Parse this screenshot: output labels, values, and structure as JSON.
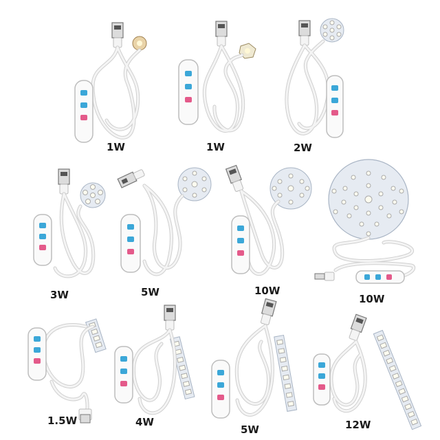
{
  "products": [
    {
      "id": "p1",
      "label": "1W",
      "light": "chip"
    },
    {
      "id": "p2",
      "label": "1W",
      "light": "chip"
    },
    {
      "id": "p3",
      "label": "2W",
      "light": "disc-small"
    },
    {
      "id": "p4",
      "label": "3W",
      "light": "disc-small"
    },
    {
      "id": "p5",
      "label": "5W",
      "light": "disc-medium"
    },
    {
      "id": "p6",
      "label": "10W",
      "light": "disc-medium"
    },
    {
      "id": "p7",
      "label": "10W",
      "light": "disc-large"
    },
    {
      "id": "p8",
      "label": "1.5W",
      "light": "strip-short"
    },
    {
      "id": "p9",
      "label": "4W",
      "light": "strip-medium"
    },
    {
      "id": "p10",
      "label": "5W",
      "light": "strip-medium"
    },
    {
      "id": "p11",
      "label": "12W",
      "light": "strip-long"
    }
  ],
  "colors": {
    "background": "#ffffff",
    "cable": "#f4f4f4",
    "cable_outline": "#cfcfcf",
    "led_board": "#e6ebf2",
    "led": "#fdfcf0",
    "label": "#1a1a1a"
  }
}
